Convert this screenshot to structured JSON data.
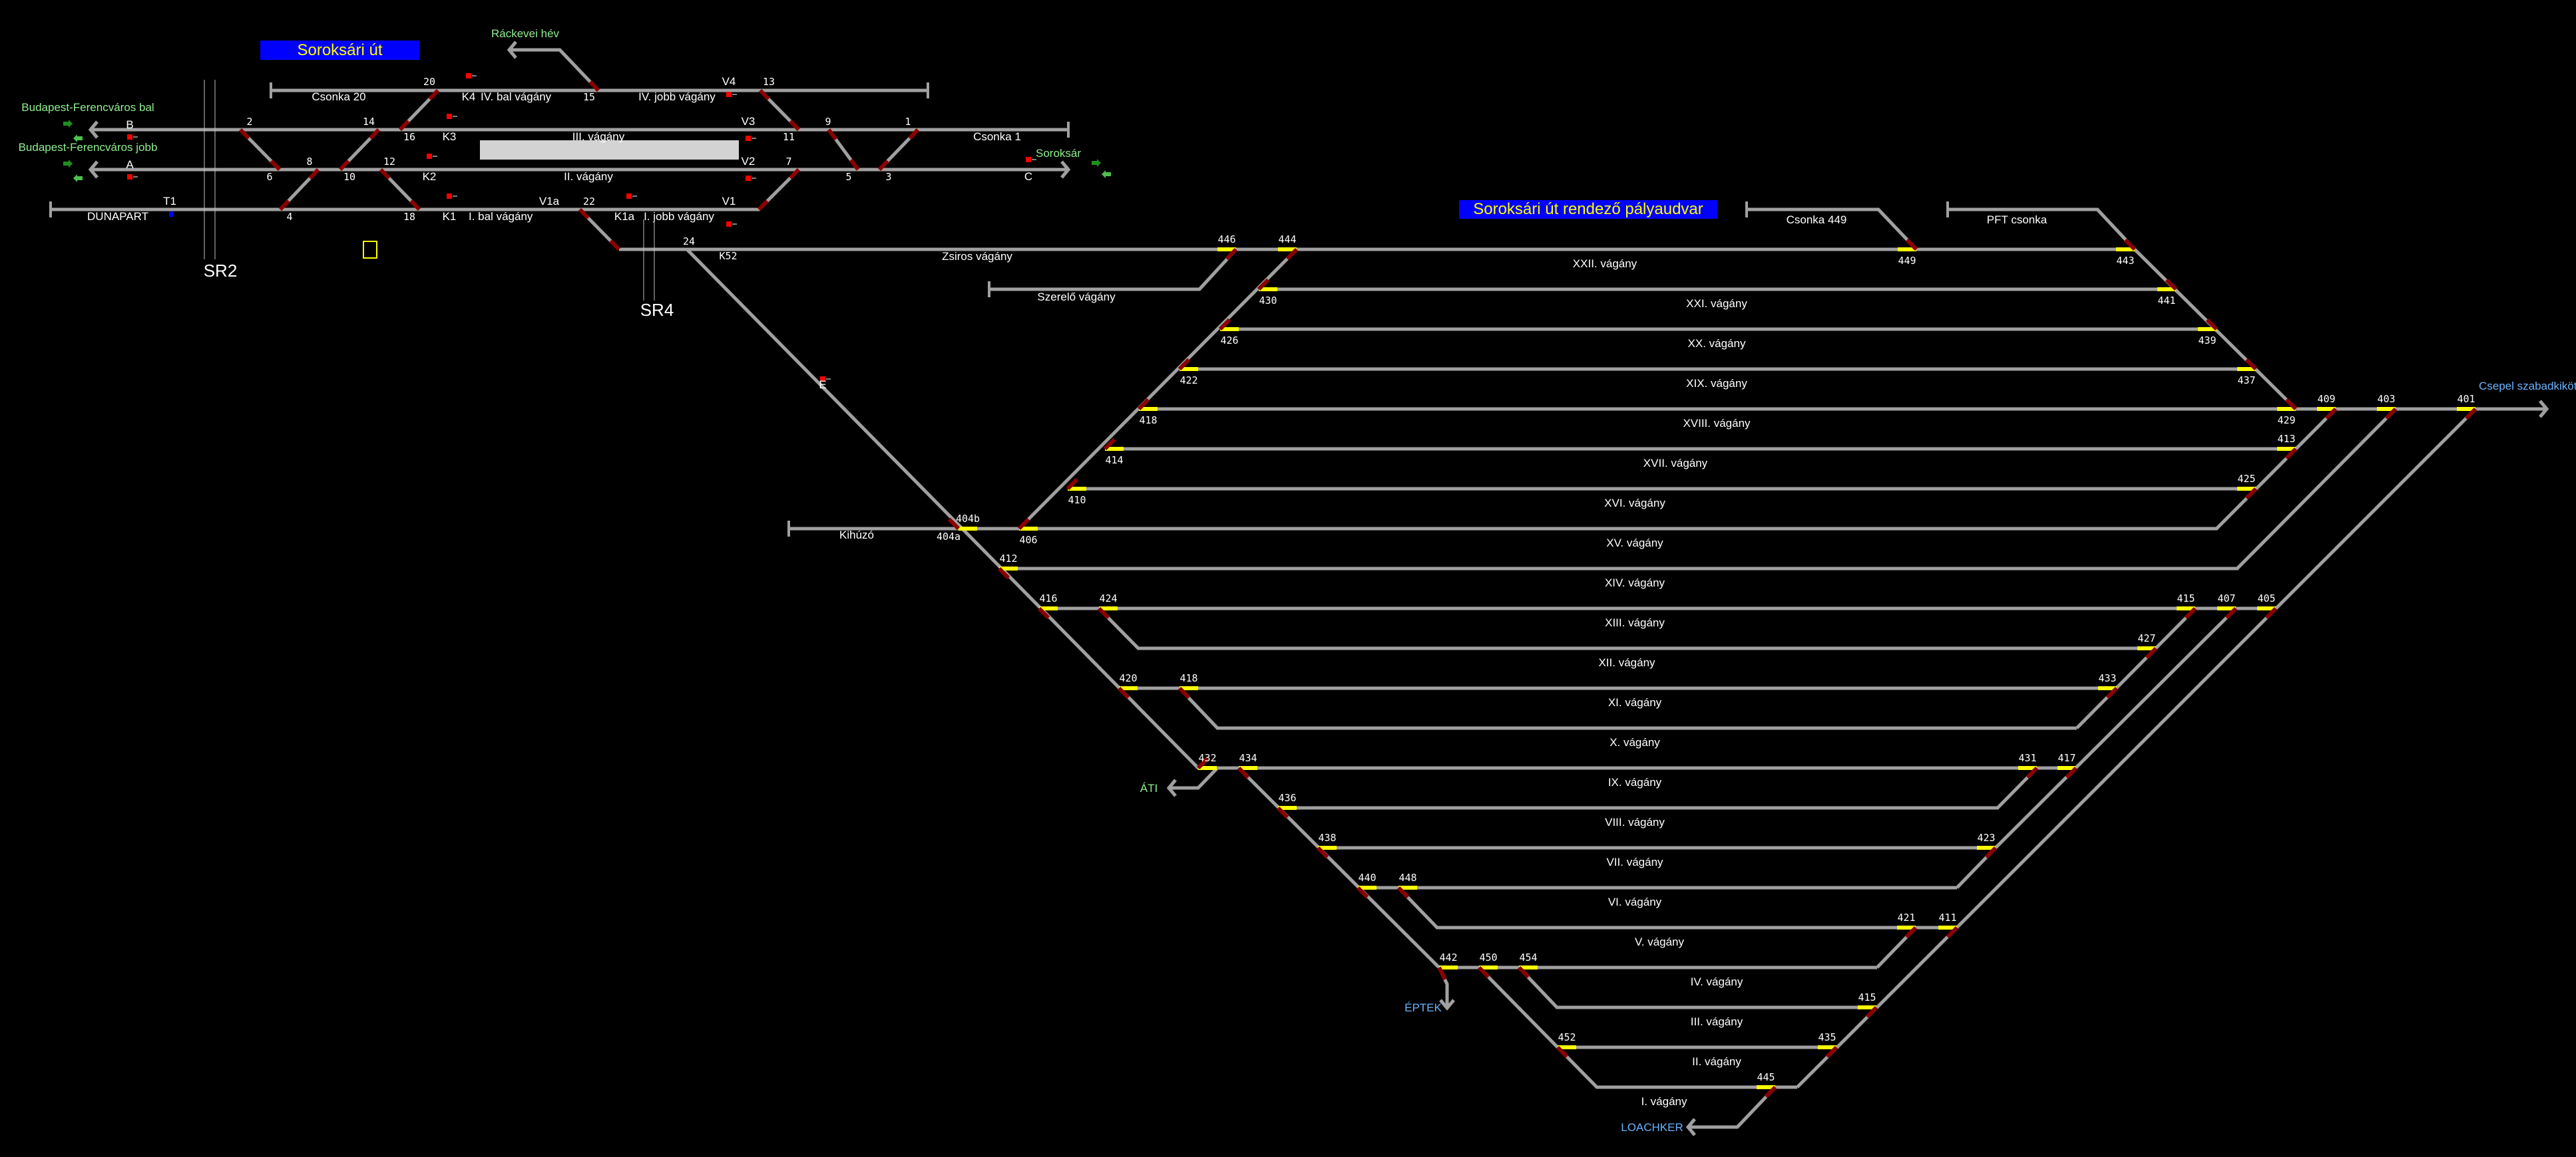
{
  "titles": {
    "station": "Soroksári út",
    "yard": "Soroksári út rendező pályaudvar"
  },
  "directions": {
    "rackevei": "Ráckevei hév",
    "bpf_bal": "Budapest-Ferencváros bal",
    "bpf_jobb": "Budapest-Ferencváros jobb",
    "soroksar": "Soroksár",
    "csepel": "Csepel szabadkikötő",
    "ati": "ÁTI",
    "eptek": "ÉPTEK",
    "loachker": "LOACHKER"
  },
  "station_labels": {
    "csonka20": "Csonka 20",
    "n20": "20",
    "k4": "K4",
    "iv_bal": "IV. bal vágány",
    "n15": "15",
    "iv_jobb": "IV. jobb vágány",
    "v4": "V4",
    "n13": "13",
    "b": "B",
    "n2": "2",
    "n14": "14",
    "n16": "16",
    "k3": "K3",
    "iii": "III. vágány",
    "v3": "V3",
    "n11": "11",
    "n9": "9",
    "n1": "1",
    "csonka1": "Csonka 1",
    "a": "A",
    "n8": "8",
    "n12": "12",
    "n6": "6",
    "n10": "10",
    "k2": "K2",
    "ii": "II. vágány",
    "v2": "V2",
    "n7": "7",
    "n5": "5",
    "n3": "3",
    "c": "C",
    "t1": "T1",
    "dunapart": "DUNAPART",
    "n4": "4",
    "n18": "18",
    "k1": "K1",
    "i_bal": "I. bal vágány",
    "v1a": "V1a",
    "n22": "22",
    "k1a": "K1a",
    "i_jobb": "I. jobb vágány",
    "v1": "V1",
    "n24": "24",
    "k52": "K52",
    "sr2": "SR2",
    "sr4": "SR4",
    "e": "E"
  },
  "yard_labels": {
    "zsiros": "Zsiros vágány",
    "szerelo": "Szerelő vágány",
    "csonka449": "Csonka 449",
    "pft": "PFT csonka",
    "kihuzo": "Kihúzó",
    "n404a": "404a"
  },
  "yard_tracks": [
    "XXII. vágány",
    "XXI. vágány",
    "XX. vágány",
    "XIX. vágány",
    "XVIII. vágány",
    "XVII. vágány",
    "XVI. vágány",
    "XV. vágány",
    "XIV. vágány",
    "XIII. vágány",
    "XII. vágány",
    "XI. vágány",
    "X. vágány",
    "IX. vágány",
    "VIII. vágány",
    "VII. vágány",
    "VI. vágány",
    "V. vágány",
    "IV. vágány",
    "III. vágány",
    "II. vágány",
    "I. vágány"
  ],
  "switches": [
    "446",
    "444",
    "430",
    "426",
    "422",
    "418",
    "414",
    "410",
    "406",
    "404b",
    "412",
    "416",
    "424",
    "420",
    "418",
    "432",
    "434",
    "436",
    "438",
    "440",
    "448",
    "442",
    "450",
    "454",
    "452",
    "449",
    "443",
    "441",
    "439",
    "437",
    "429",
    "409",
    "403",
    "401",
    "413",
    "425",
    "415",
    "407",
    "405",
    "427",
    "433",
    "431",
    "417",
    "423",
    "421",
    "411",
    "415",
    "435",
    "445"
  ],
  "colors": {
    "background": "#000000",
    "track": "#a0a0a0",
    "switch_occupied": "#8b0000",
    "switch_set": "#ffff00",
    "title_bg": "#0000ff",
    "title_text": "#ffff00",
    "direction_green": "#90ee90",
    "direction_blue": "#6ab4ff"
  }
}
